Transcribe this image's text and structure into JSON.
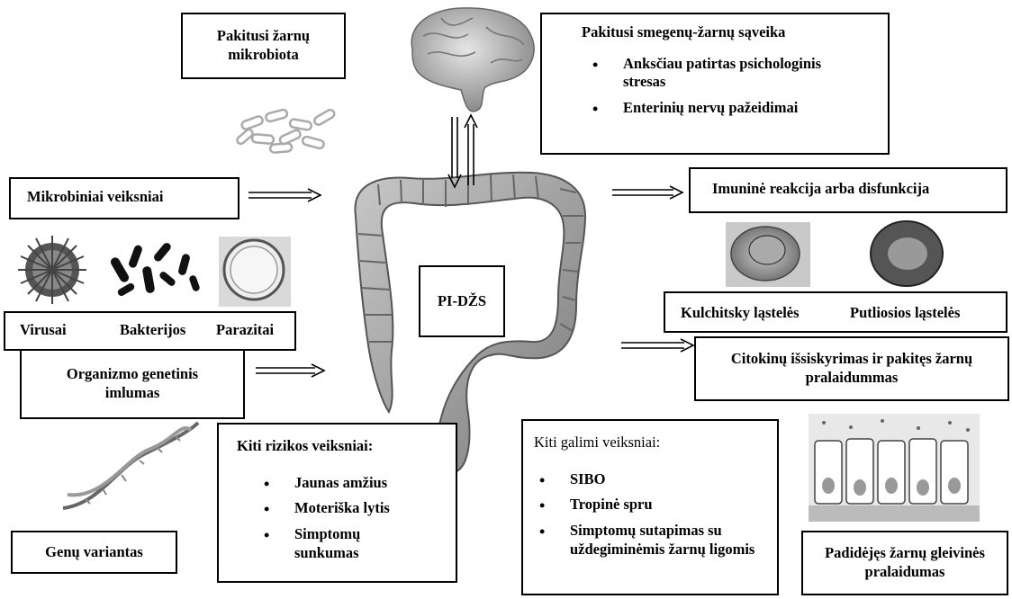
{
  "center_label": "PI-DŽS",
  "box_microbiota": "Pakitusi žarnų mikrobiota",
  "box_brain_gut": {
    "title": "Pakitusi smegenų-žarnų sąveika",
    "items": [
      "Anksčiau patirtas psichologinis stresas",
      "Enterinių nervų pažeidimai"
    ]
  },
  "box_microbial": "Mikrobiniai veiksniai",
  "pathogen_labels": [
    "Virusai",
    "Bakterijos",
    "Parazitai"
  ],
  "box_genetic": "Organizmo genetinis imlumas",
  "box_gene_variant": "Genų variantas",
  "box_risk": {
    "title": "Kiti rizikos veiksniai:",
    "items": [
      "Jaunas amžius",
      "Moteriška lytis",
      "Simptomų sunkumas"
    ]
  },
  "box_other": {
    "title": "Kiti galimi veiksniai:",
    "items": [
      "SIBO",
      "Tropinė spru",
      "Simptomų sutapimas su uždegiminėmis žarnų ligomis"
    ]
  },
  "box_immune": "Imuninė reakcija arba disfunkcija",
  "cell_labels": [
    "Kulchitsky ląstelės",
    "Putliosios ląstelės"
  ],
  "box_cytokine": "Citokinų išsiskyrimas ir pakitęs žarnų pralaidummas",
  "box_mucosa": "Padidėjęs žarnų gleivinės pralaidumas"
}
